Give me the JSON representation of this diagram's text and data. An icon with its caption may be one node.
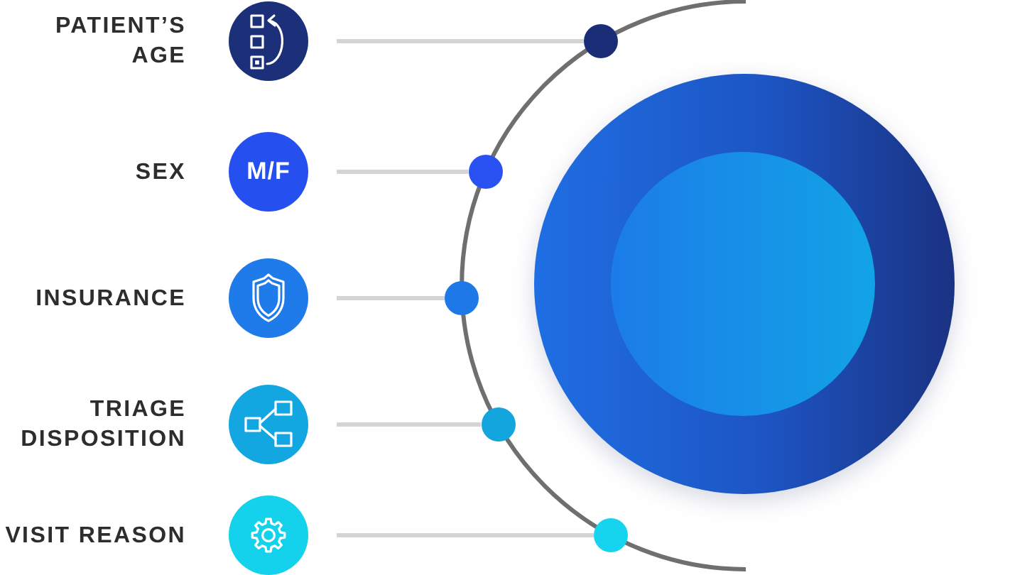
{
  "diagram": {
    "nodes": [
      {
        "text": [
          "PATIENT’S AGE"
        ]
      },
      {
        "text": [
          "SEX",
          "M/F"
        ]
      },
      {
        "text": [
          "INSURANCE"
        ]
      },
      {
        "text": [
          "TRIAGE DISPOSITION"
        ]
      },
      {
        "text": [
          "VISIT REASON"
        ]
      },
      {
        "text": [],
        "shape": "circle"
      },
      {
        "text": [],
        "shape": "circle"
      },
      {
        "text": [],
        "shape": "circle"
      },
      {
        "text": [],
        "shape": "circle"
      },
      {
        "text": [],
        "shape": "circle"
      }
    ],
    "edges": [
      {
        "from": 0,
        "to": 5,
        "arrow": "none"
      },
      {
        "from": 1,
        "to": 6,
        "arrow": "none"
      },
      {
        "from": 2,
        "to": 7,
        "arrow": "none"
      },
      {
        "from": 3,
        "to": 8,
        "arrow": "none"
      },
      {
        "from": 4,
        "to": 9,
        "arrow": "none"
      }
    ]
  }
}
